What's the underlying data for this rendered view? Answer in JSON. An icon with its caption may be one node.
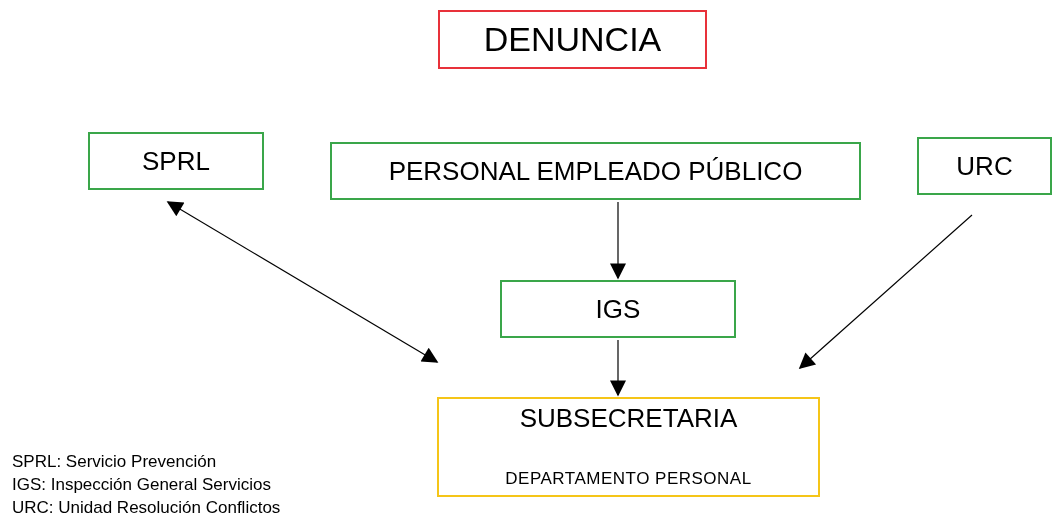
{
  "diagram": {
    "nodes": [
      {
        "text": [
          "DENUNCIA"
        ]
      },
      {
        "text": [
          "SPRL"
        ]
      },
      {
        "text": [
          "PERSONAL EMPLEADO  PÚBLICO"
        ]
      },
      {
        "text": [
          "URC"
        ]
      },
      {
        "text": [
          "IGS"
        ]
      },
      {
        "text": [
          "SUBSECRETARIA",
          "DEPARTAMENTO PERSONAL"
        ]
      }
    ],
    "edges": [
      {
        "from": 1,
        "to": 5,
        "arrow": "both"
      },
      {
        "from": 2,
        "to": 4,
        "arrow": "to"
      },
      {
        "from": 4,
        "to": 5,
        "arrow": "to"
      },
      {
        "from": 3,
        "to": 5,
        "arrow": "to"
      }
    ],
    "labels": [
      "SPRL: Servicio Prevención",
      "IGS: Inspección General Servicios",
      "URC: Unidad Resolución Conflictos"
    ]
  }
}
